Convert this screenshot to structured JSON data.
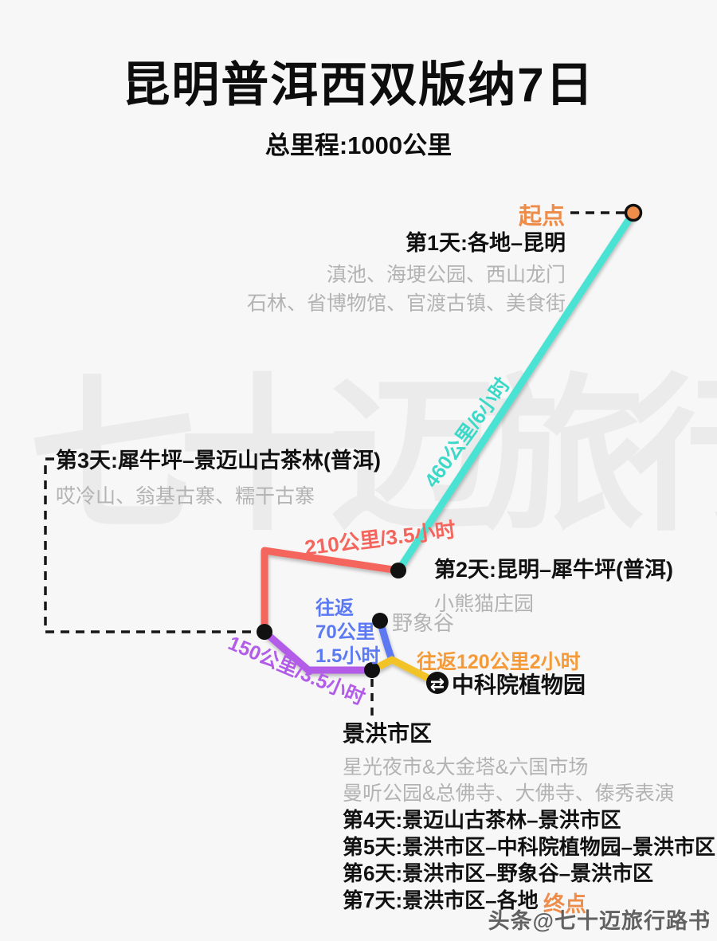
{
  "header": {
    "title": "昆明普洱西双版纳7日",
    "subtitle": "总里程:1000公里"
  },
  "watermark": {
    "text": "七十迈旅行"
  },
  "credit": {
    "text": "头条@七十迈旅行路书"
  },
  "labels": {
    "start": "起点",
    "end": "终点"
  },
  "day1": {
    "title": "第1天:各地–昆明",
    "notes": [
      "滇池、海埂公园、西山龙门",
      "石林、省博物馆、官渡古镇、美食街"
    ]
  },
  "day2": {
    "title": "第2天:昆明–犀牛坪(普洱)",
    "note": "小熊猫庄园"
  },
  "day3": {
    "title": "第3天:犀牛坪–景迈山古茶林(普洱)",
    "note": "哎冷山、翁基古寨、糯干古寨"
  },
  "jinghong": {
    "label": "景洪市区",
    "notes": [
      "星光夜市&大金塔&六国市场",
      "曼听公园&总佛寺、大佛寺、傣秀表演"
    ]
  },
  "poi": {
    "elephant_valley": "野象谷",
    "botanical_garden": "中科院植物园"
  },
  "segments": {
    "kunming_xiniuping": "460公里/6小时",
    "xiniuping_jingmai": "210公里/3.5小时",
    "jingmai_jinghong": "150公里/3.5小时",
    "elephant_roundtrip": [
      "往返",
      "70公里",
      "1.5小时"
    ],
    "garden_roundtrip": "往返120公里2小时"
  },
  "itinerary": [
    "第4天:景迈山古茶林–景洪市区",
    "第5天:景洪市区–中科院植物园–景洪市区",
    "第6天:景洪市区–野象谷–景洪市区",
    "第7天:景洪市区–各地"
  ],
  "icons": {
    "exchange_glyph": "⇄"
  },
  "colors": {
    "background": "#f7f7f7",
    "route_day1_cyan": "#49e2d3",
    "route_day3_red": "#f4665d",
    "route_day4_purple": "#b25ce8",
    "route_elephant_blue": "#5b79f2",
    "route_garden_yellow": "#f2c328",
    "start_end_orange": "#ee8c4a",
    "garden_label_orange": "#f59a38",
    "note_gray": "#b3b3b3",
    "ink": "#111111"
  }
}
